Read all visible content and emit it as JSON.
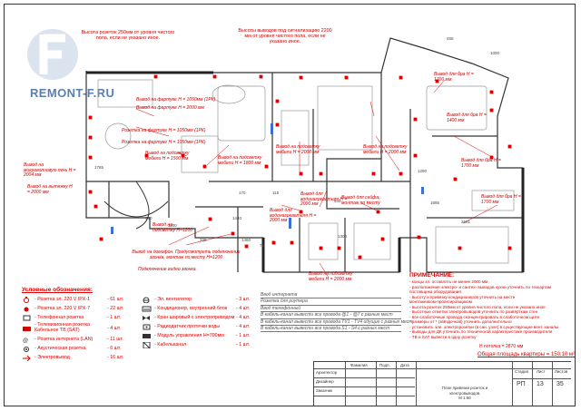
{
  "brand": {
    "logo_text": "REMONT-F.RU"
  },
  "header_notes": {
    "left": [
      "Высота розеток 250мм от уровня чистого",
      "пола, если не указано иное."
    ],
    "right": [
      "Высоты выводов под сигнализацию 2200",
      "мм от уровня чистого пола, если не",
      "указано иное."
    ]
  },
  "plan_notes": [
    "Вывод на фартуке H = 1050мм (1РК)",
    "Розетка на фартуке H = 1050мм (1РК)",
    "Вывод на фартуке H = 2000 мм",
    "Розетка на фартуке H = 1050мм (1РК)",
    "Вывод на микроволновую печь H = 2004 мм",
    "Вывод на вытяжку H = 2000 мм",
    "Вывод на подсветку мебели H = 1500 мм",
    "Вывод на подсветку мебели H = 1800 мм",
    "Вывод на подсветку мебели H = 2000 мм",
    "Вывод для водонагревателя H = 2000 мм",
    "Вывод для сейфа, монтаж по месту",
    "Вывод на подсветку мебели H = 2000 мм",
    "Вывод для бра H = 1700 мм",
    "Вывод для бра H = 1400 мм",
    "Вывод для бра H = 1700 мм",
    "Вывод на подсветку H=1200",
    "Вывод для водонагревателя H = 2000 мм",
    "Вывод на домофон. Предусмотреть подключение звонка, монтаж по месту H=1200",
    "Подключение видео звонка.",
    "Вывод на подсветку мебели H = 2000 мм",
    "Вывод для бра H = 1700 мм"
  ],
  "legend": {
    "title": "Условные обозначения:",
    "left": [
      {
        "label": "- Розетка эл. 220 V IPX-1",
        "count": "- 61 шт."
      },
      {
        "label": "- Розетка эл. 220 V IPX-7",
        "count": "- 22 шт."
      },
      {
        "label": "- Телефонная розетка",
        "count": "- 1 шт."
      },
      {
        "label": "- Телевизионная розетка Кабельное ТВ (SAT)",
        "count": "- 4 шт."
      },
      {
        "label": "- Розетка интернета (LAN)",
        "count": "- 11 шт."
      },
      {
        "label": "- Акустическая розетка",
        "count": "- 6 шт."
      },
      {
        "label": "- Электровывод",
        "count": "- 16 шт."
      }
    ],
    "right": [
      {
        "label": "- Эл. вентилятор",
        "count": "- 3 шт."
      },
      {
        "label": "- Кондиционер, внутренний блок",
        "count": "- 4 шт."
      },
      {
        "label": "- Кран шаровый с электроприводом",
        "count": "- 4 шт."
      },
      {
        "label": "- Радиодатчик протечки воды",
        "count": "- 4 шт."
      },
      {
        "label": "- Модуль управления H=700мм",
        "count": "- 1 шт."
      },
      {
        "label": "- Кабельканал",
        "count": "- 1 шт."
      }
    ]
  },
  "wiring": [
    "Ввод интернета",
    "Розетка для роутера",
    "Ввод телефонный",
    "В кабель-канал вывести все провода @1 - @7 с разных мест",
    "В кабель-канал вывести все провода TV1 - TV4 идущие с разных мест",
    "В кабель-канал вывести все провода S1 - S4 с разных мест"
  ],
  "notes": {
    "title": "ПРИМЕЧАНИЕ:",
    "lines": [
      "- концы эл. оставлять не менее 2000 мм",
      "- расположение электро- и сантех- выводов кухни уточнить по техкартам",
      "  поставщика оборудования.",
      "- высоту и привязку кондиционеров уточнить на месте",
      "  монтажником-проектировщиком",
      "- высота розеток 250мм от уровня чистого пола, если не указано иное",
      "- высотные отметки электровыводов уточнить по развёрткам стен",
      "- все слаботочные провода сконцентрировать в слаботочном щите",
      "- размеры от * (звёздочкой) уточнить дополнительно",
      "- установить эле. электророзетки (в сан. узле) в существующие вент. каналы",
      "- выводы для ДК уточнить по технической характеристике производителя",
      "- ТВ и SAT вывести в одну розетку"
    ]
  },
  "heights": "Н потолка = 2870 мм",
  "area": "Общая площадь квартиры = 150,10 м²",
  "stamp": {
    "roles": [
      "Архитектор",
      "Дизайнер",
      "Заказчик"
    ],
    "cols": [
      "Фамилия",
      "Подп.",
      "Дата"
    ],
    "stage_head": "Стадия",
    "sheet_head": "Лист",
    "sheets_head": "Листов",
    "stage": "РП",
    "sheet": "13",
    "sheets": "35",
    "title": [
      "План привязки розеток и",
      "электровыводов."
    ],
    "scale": "М 1:60"
  },
  "colors": {
    "accent": "#d00000",
    "wall": "#333333",
    "brand": "#5b7fae"
  }
}
